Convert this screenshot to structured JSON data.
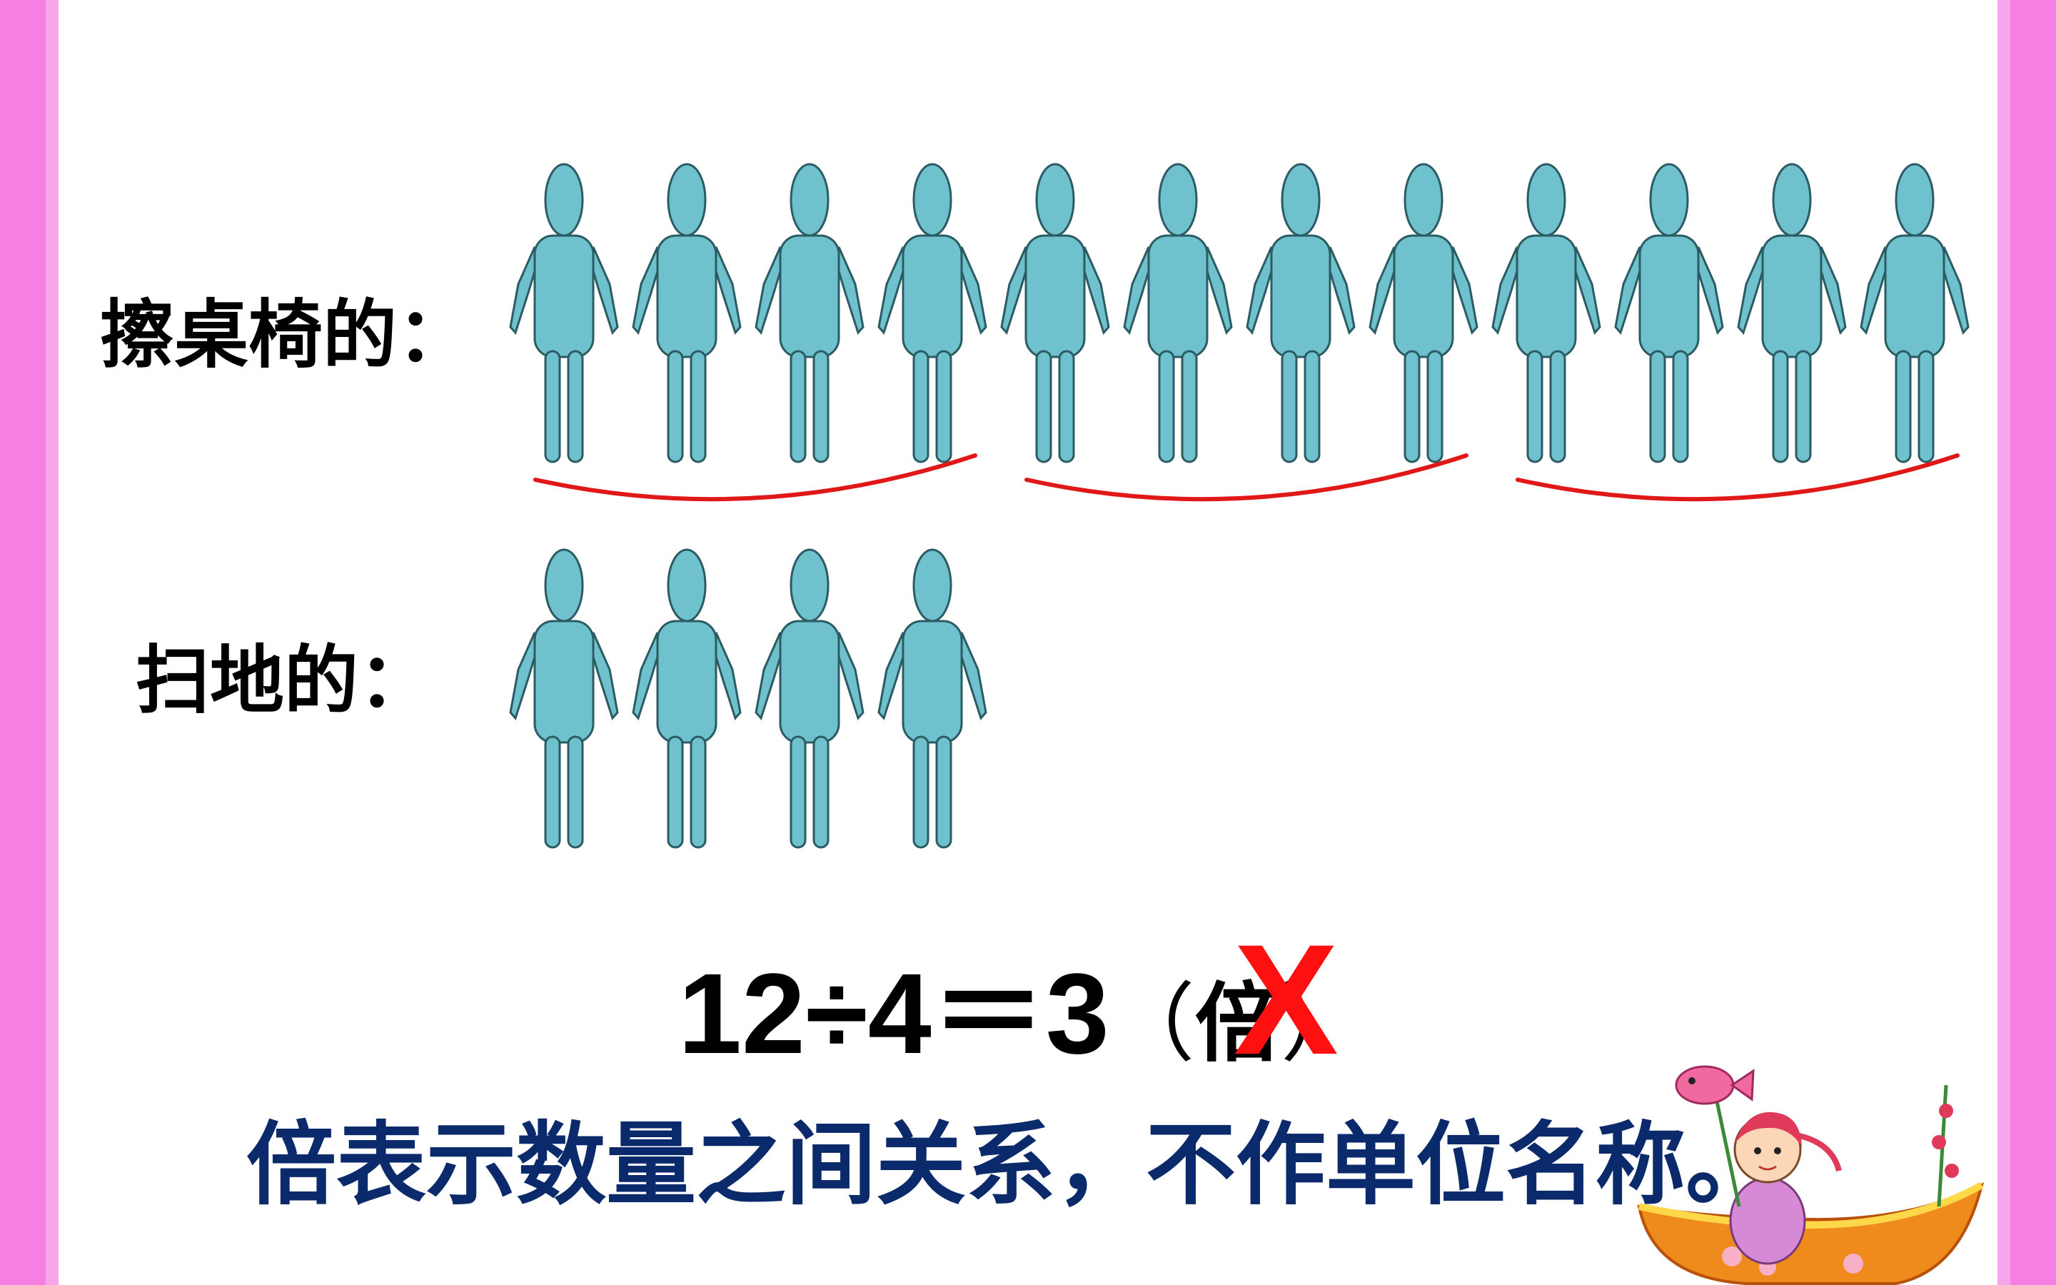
{
  "labels": {
    "wipe_desks": "擦桌椅的：",
    "sweep_floor": "扫地的："
  },
  "groups": {
    "wipe_count": 12,
    "sweep_count": 4,
    "group_size": 4
  },
  "equation": {
    "expression": "12÷4＝3",
    "open_paren": "（",
    "unit": "倍",
    "close_paren": "）",
    "cross_mark": "X"
  },
  "note": "倍表示数量之间关系，不作单位名称。",
  "colors": {
    "border": "#f57fe3",
    "figure_fill": "#6fc1cd",
    "figure_stroke": "#2b5b63",
    "bracket": "#e01818",
    "cross": "#ff1010",
    "note_text": "#0b2a6b"
  },
  "icons": {
    "person": "person-figure-icon",
    "decoration": "girl-in-boat-illustration"
  }
}
